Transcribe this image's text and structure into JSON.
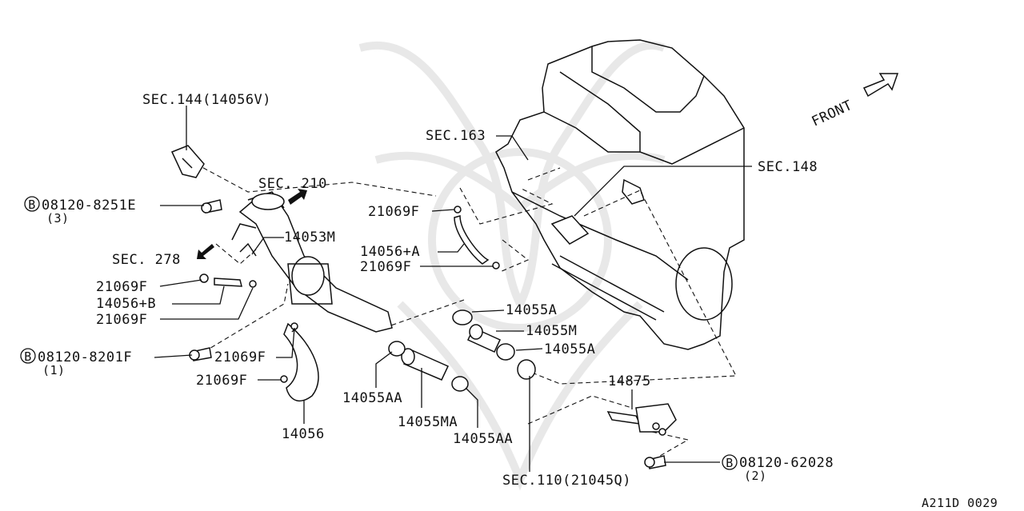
{
  "labels": {
    "sec144": "SEC.144(14056V)",
    "sec210": "SEC. 210",
    "bolt1_num": "08120-8251E",
    "bolt1_qty": "(3)",
    "p14053m": "14053M",
    "sec278": "SEC. 278",
    "p21069f_a": "21069F",
    "p14056b": "14056+B",
    "p21069f_b": "21069F",
    "bolt2_num": "08120-8201F",
    "bolt2_qty": "(1)",
    "p21069f_c": "21069F",
    "p21069f_d": "21069F",
    "p14056": "14056",
    "sec163": "SEC.163",
    "p21069f_e": "21069F",
    "p14056a": "14056+A",
    "p21069f_f": "21069F",
    "sec148": "SEC.148",
    "front": "FRONT",
    "p14055a_1": "14055A",
    "p14055m": "14055M",
    "p14055a_2": "14055A",
    "p14055aa_1": "14055AA",
    "p14055ma": "14055MA",
    "p14055aa_2": "14055AA",
    "p14875": "14875",
    "bolt3_num": "08120-62028",
    "bolt3_qty": "(2)",
    "sec110": "SEC.110(21045Q)",
    "ref": "A211D 0029",
    "bolt_marker": "B"
  }
}
